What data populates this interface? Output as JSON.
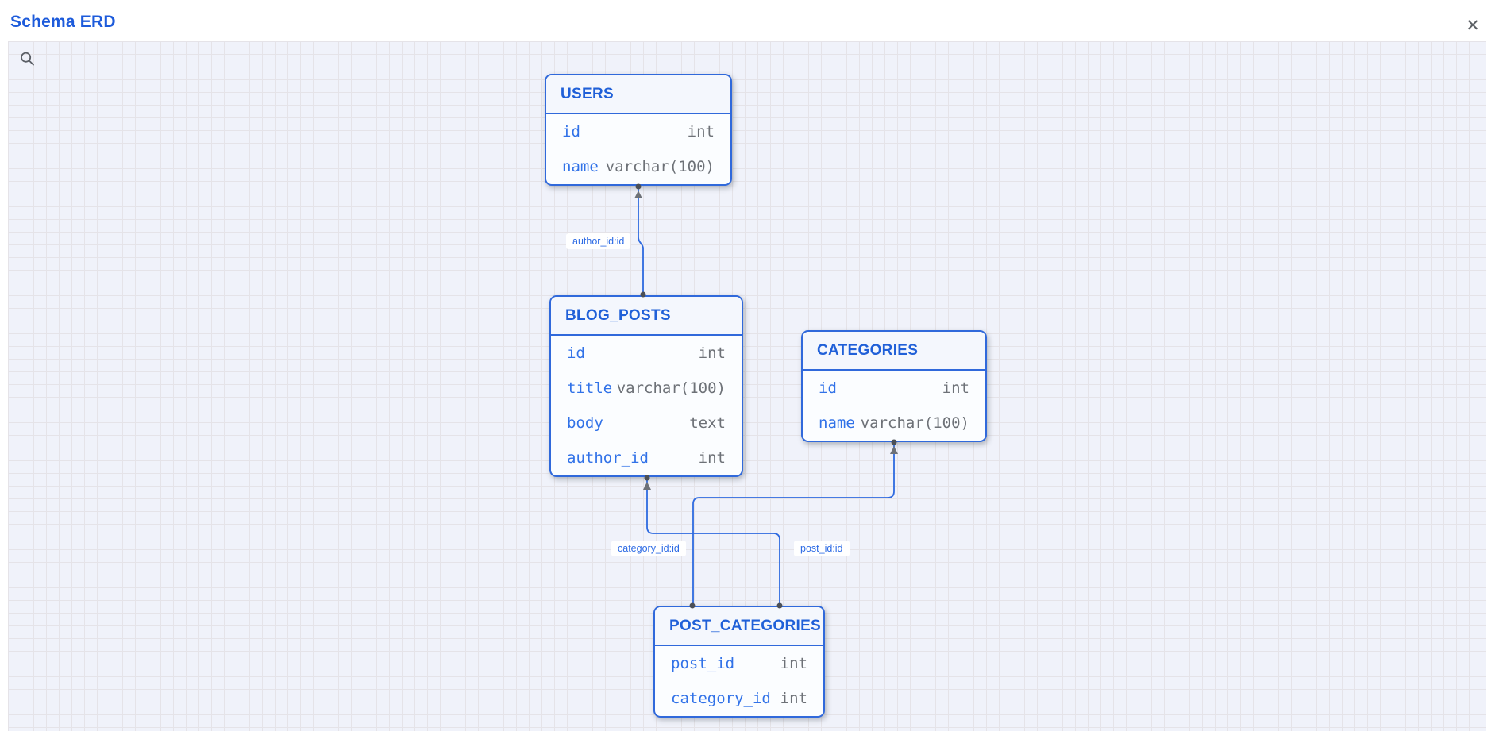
{
  "header": {
    "title": "Schema ERD"
  },
  "icons": {
    "close": "✕",
    "search": "magnifier"
  },
  "colors": {
    "accent_blue": "#2e6ae0",
    "title_blue": "#1d5bdb",
    "table_border_blue": "#3069db",
    "field_name_blue": "#3172e8",
    "type_gray": "#6d7177",
    "dot_gray": "#4b4f56",
    "canvas_bg": "#f0f2fa",
    "grid_line": "#e5e3e8"
  },
  "diagram": {
    "tables": {
      "users": {
        "title": "USERS",
        "fields": [
          {
            "name": "id",
            "type": "int"
          },
          {
            "name": "name",
            "type": "varchar(100)"
          }
        ]
      },
      "blog_posts": {
        "title": "BLOG_POSTS",
        "fields": [
          {
            "name": "id",
            "type": "int"
          },
          {
            "name": "title",
            "type": "varchar(100)"
          },
          {
            "name": "body",
            "type": "text"
          },
          {
            "name": "author_id",
            "type": "int"
          }
        ]
      },
      "categories": {
        "title": "CATEGORIES",
        "fields": [
          {
            "name": "id",
            "type": "int"
          },
          {
            "name": "name",
            "type": "varchar(100)"
          }
        ]
      },
      "post_categories": {
        "title": "POST_CATEGORIES",
        "fields": [
          {
            "name": "post_id",
            "type": "int"
          },
          {
            "name": "category_id",
            "type": "int"
          }
        ]
      }
    },
    "edges": [
      {
        "label": "author_id:id",
        "from": "BLOG_POSTS",
        "to": "USERS"
      },
      {
        "label": "category_id:id",
        "from": "POST_CATEGORIES",
        "to": "CATEGORIES"
      },
      {
        "label": "post_id:id",
        "from": "POST_CATEGORIES",
        "to": "BLOG_POSTS"
      }
    ]
  }
}
